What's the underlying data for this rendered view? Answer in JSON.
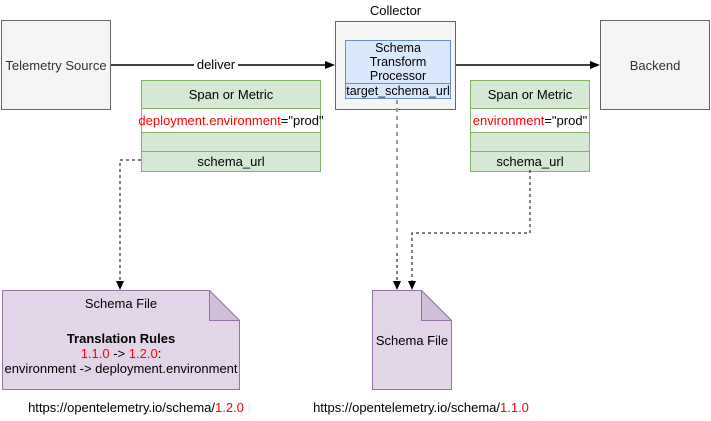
{
  "colors": {
    "red_highlight": "#ff0000",
    "green_fill": "#d5e8d4",
    "green_border": "#82b366",
    "blue_fill": "#dae8fc",
    "blue_border": "#6c8ebf",
    "purple_fill": "#e1d5e7",
    "purple_border": "#9673a6",
    "gray_fill": "#f5f5f5",
    "gray_border": "#666666"
  },
  "nodes": {
    "telemetry_source": "Telemetry Source",
    "collector_label": "Collector",
    "processor_title": "Schema Transform Processor",
    "processor_field": "target_schema_url",
    "backend": "Backend",
    "deliver": "deliver"
  },
  "span_left": {
    "title": "Span or Metric",
    "attr_key": "deployment.environment",
    "attr_value": "=\"prod\"",
    "field": "schema_url"
  },
  "span_right": {
    "title": "Span or Metric",
    "attr_key": "environment",
    "attr_value": "=\"prod\"",
    "field": "schema_url"
  },
  "schema_file_left": {
    "title": "Schema File",
    "rules_heading": "Translation Rules",
    "from_version": "1.1.0",
    "arrow": " -> ",
    "to_version": "1.2.0",
    "colon": ":",
    "mapping": "environment -> deployment.environment"
  },
  "schema_file_right": {
    "title": "Schema File"
  },
  "urls": {
    "left_base": "https://opentelemetry.io/schema/",
    "left_version": "1.2.0",
    "right_base": "https://opentelemetry.io/schema/",
    "right_version": "1.1.0"
  }
}
